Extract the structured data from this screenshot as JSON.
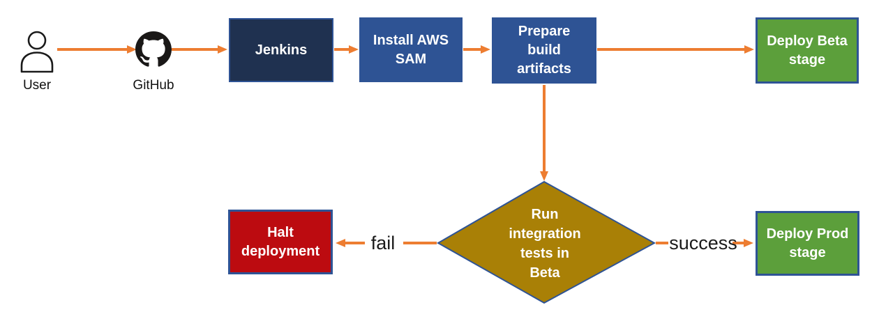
{
  "colors": {
    "arrow": "#ED7D31",
    "navy": "#1F3150",
    "blue": "#2E5394",
    "green": "#5C9F3B",
    "red": "#BC0B10",
    "gold": "#A98006",
    "border": "#2E5395",
    "icon_black": "#1A1817",
    "text_light": "#FFFFFF",
    "text_dark": "#1A1A1A"
  },
  "nodes": {
    "user": {
      "label": "User",
      "icon": "person-icon"
    },
    "github": {
      "label": "GitHub",
      "icon": "github-icon"
    },
    "jenkins": {
      "label": "Jenkins"
    },
    "install_sam": {
      "label": [
        "Install AWS",
        "SAM"
      ]
    },
    "prepare_artifacts": {
      "label": [
        "Prepare",
        "build",
        "artifacts"
      ]
    },
    "deploy_beta": {
      "label": [
        "Deploy Beta",
        "stage"
      ]
    },
    "decision": {
      "label": [
        "Run",
        "integration",
        "tests in",
        "Beta"
      ]
    },
    "halt": {
      "label": [
        "Halt",
        "deployment"
      ]
    },
    "deploy_prod": {
      "label": [
        "Deploy Prod",
        "stage"
      ]
    }
  },
  "edge_labels": {
    "fail": "fail",
    "success": "success"
  }
}
